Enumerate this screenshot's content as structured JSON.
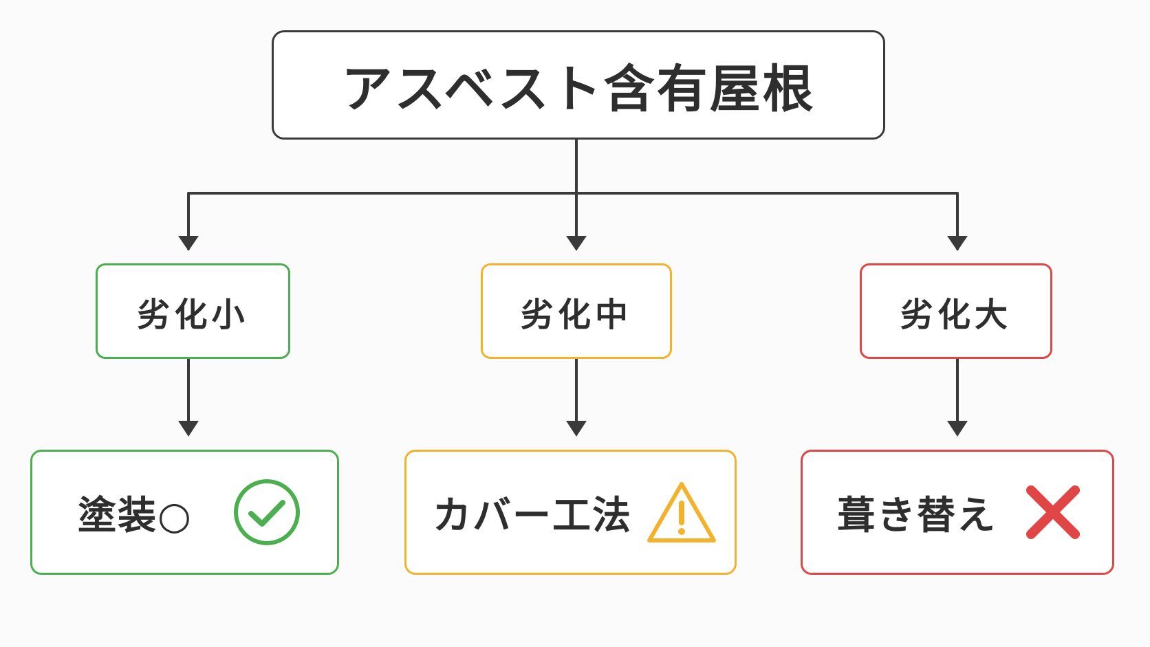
{
  "diagram": {
    "root": {
      "label": "アスベスト含有屋根"
    },
    "branches": [
      {
        "condition": "劣化小",
        "action": "塗装○",
        "icon": "check-circle-icon",
        "color": "#4caf4f"
      },
      {
        "condition": "劣化中",
        "action": "カバー工法",
        "icon": "warning-triangle-icon",
        "color": "#f3b22b"
      },
      {
        "condition": "劣化大",
        "action": "葺き替え",
        "icon": "cross-icon",
        "color": "#e04646"
      }
    ],
    "connector_color": "#3a3a3a"
  }
}
